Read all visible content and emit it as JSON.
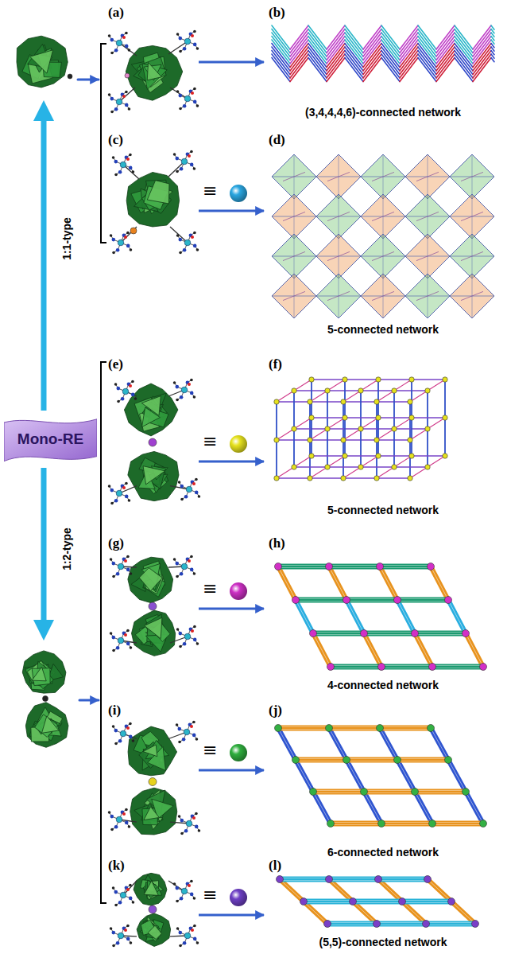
{
  "diagram": {
    "nodes": [
      {
        "text": [
          "(a)"
        ]
      },
      {
        "text": [
          "(b)",
          "(3,4,4,4,6)-connected network"
        ]
      },
      {
        "text": [
          "(c)"
        ]
      },
      {
        "text": [
          "(d)",
          "5-connected network"
        ]
      },
      {
        "text": [
          "Mono-RE"
        ]
      },
      {
        "text": [
          "(e)"
        ]
      },
      {
        "text": [
          "(f)",
          "5-connected network"
        ]
      },
      {
        "text": [
          "(g)"
        ]
      },
      {
        "text": [
          "(h)",
          "4-connected network"
        ]
      },
      {
        "text": [
          "(i)"
        ]
      },
      {
        "text": [
          "(j)",
          "6-connected network"
        ]
      },
      {
        "text": [
          "(k)"
        ]
      },
      {
        "text": [
          "(l)",
          "(5,5)-connected network"
        ]
      }
    ],
    "edges": [
      {
        "from": 0,
        "to": 1,
        "arrow": "to"
      },
      {
        "from": 2,
        "to": 3,
        "arrow": "to"
      },
      {
        "from": 5,
        "to": 6,
        "arrow": "to"
      },
      {
        "from": 7,
        "to": 8,
        "arrow": "to"
      },
      {
        "from": 9,
        "to": 10,
        "arrow": "to"
      },
      {
        "from": 11,
        "to": 12,
        "arrow": "to"
      }
    ],
    "labels": [
      "≡",
      "1:1-type",
      "≡",
      "1:2-type",
      "≡",
      "≡",
      "≡"
    ]
  }
}
